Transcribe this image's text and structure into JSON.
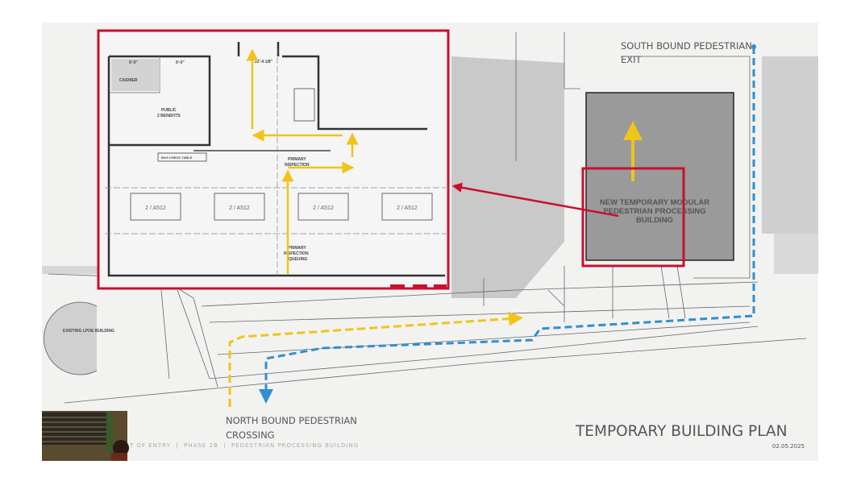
{
  "slide": {
    "title": "TEMPORARY BUILDING PLAN",
    "date": "02.05.2025",
    "footer": "T OF ENTRY  |  PHASE 2B  |  PEDESTRIAN PROCESSING BUILDING",
    "south_label_line1": "SOUTH BOUND PEDESTRIAN",
    "south_label_line2": "EXIT",
    "north_label_line1": "NORTH BOUND PEDESTRIAN",
    "north_label_line2": "CROSSING",
    "building_line1": "NEW TEMPORARY MODULAR",
    "building_line2": "PEDESTRIAN PROCESSING",
    "building_line3": "BUILDING",
    "existing_building": "EXISTING LPOE BUILDING"
  },
  "inset": {
    "cashier": "CASHIER",
    "public_benefits_1": "PUBLIC",
    "public_benefits_2": "2  BENEFITS",
    "primary_inspection_1": "PRIMARY",
    "primary_inspection_2": "INSPECTION",
    "queuing_1": "PRIMARY",
    "queuing_2": "INSPECTION",
    "queuing_3": "QUEUING",
    "booths": [
      "2 / A512",
      "2 / A512",
      "2 / A512",
      "2 / A512"
    ],
    "dim_top_left": "9'-0\"",
    "dim_top_mid": "9'-0\"",
    "dim_top_right": "22'-4 1/8\"",
    "table_label": "BAG CHECK TABLE"
  },
  "colors": {
    "highlight_red": "#c8102e",
    "northbound_yellow": "#f0c419",
    "southbound_blue": "#2f8fcf",
    "building_gray": "#9a9a9a"
  }
}
